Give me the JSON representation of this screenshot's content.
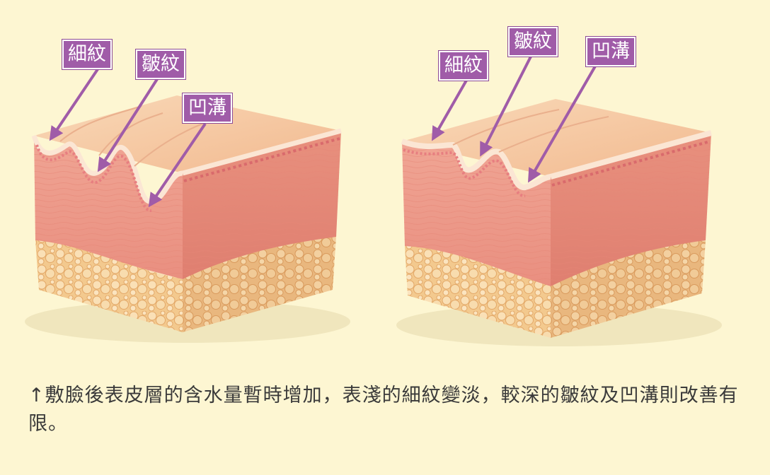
{
  "left_diagram": {
    "labels": {
      "fine_lines": "細紋",
      "wrinkles": "皺紋",
      "grooves": "凹溝"
    }
  },
  "right_diagram": {
    "labels": {
      "fine_lines": "細紋",
      "wrinkles": "皺紋",
      "grooves": "凹溝"
    }
  },
  "caption": "↑敷臉後表皮層的含水量暫時增加，表淺的細紋變淡，較深的皺紋及凹溝則改善有限。",
  "colors": {
    "background": "#fdf6d2",
    "label_fill": "#a05ca8",
    "epidermis": "#f6c7a0",
    "dermis": "#ee9a8a",
    "fat": "#f5d29b"
  }
}
